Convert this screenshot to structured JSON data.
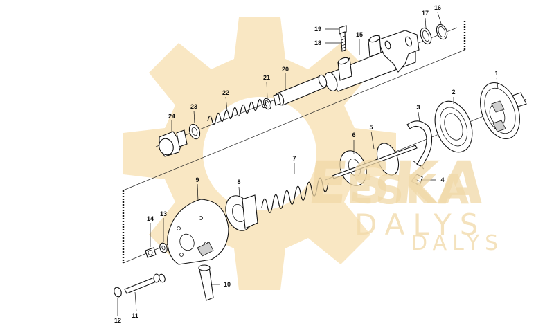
{
  "watermark": {
    "brand": "ESKA",
    "brand_small": "ESKA",
    "sub": "DALYS",
    "sub_small": "DALYS",
    "color": "#f5d9a0"
  },
  "callouts": [
    {
      "id": "1",
      "label": "1"
    },
    {
      "id": "2",
      "label": "2"
    },
    {
      "id": "3",
      "label": "3"
    },
    {
      "id": "4",
      "label": "4"
    },
    {
      "id": "5",
      "label": "5"
    },
    {
      "id": "6",
      "label": "6"
    },
    {
      "id": "7",
      "label": "7"
    },
    {
      "id": "8",
      "label": "8"
    },
    {
      "id": "9",
      "label": "9"
    },
    {
      "id": "10",
      "label": "10"
    },
    {
      "id": "11",
      "label": "11"
    },
    {
      "id": "12",
      "label": "12"
    },
    {
      "id": "13",
      "label": "13"
    },
    {
      "id": "14",
      "label": "14"
    },
    {
      "id": "15",
      "label": "15"
    },
    {
      "id": "16",
      "label": "16"
    },
    {
      "id": "17",
      "label": "17"
    },
    {
      "id": "18",
      "label": "18"
    },
    {
      "id": "19",
      "label": "19"
    },
    {
      "id": "20",
      "label": "20"
    },
    {
      "id": "21",
      "label": "21"
    },
    {
      "id": "22",
      "label": "22"
    },
    {
      "id": "23",
      "label": "23"
    },
    {
      "id": "24",
      "label": "24"
    }
  ]
}
